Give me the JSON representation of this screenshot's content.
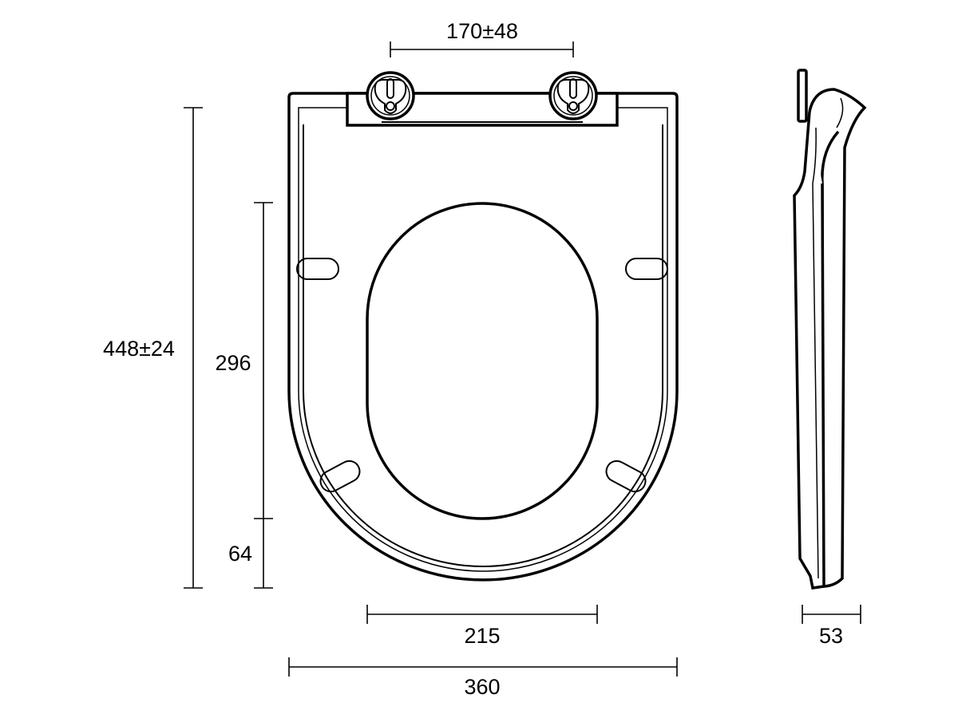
{
  "dimensions": {
    "hinge_spacing": "170±48",
    "total_length": "448±24",
    "opening_length": "296",
    "front_rim": "64",
    "opening_width": "215",
    "total_width": "360",
    "side_thickness": "53"
  },
  "colors": {
    "line": "#000000",
    "background": "#ffffff"
  }
}
